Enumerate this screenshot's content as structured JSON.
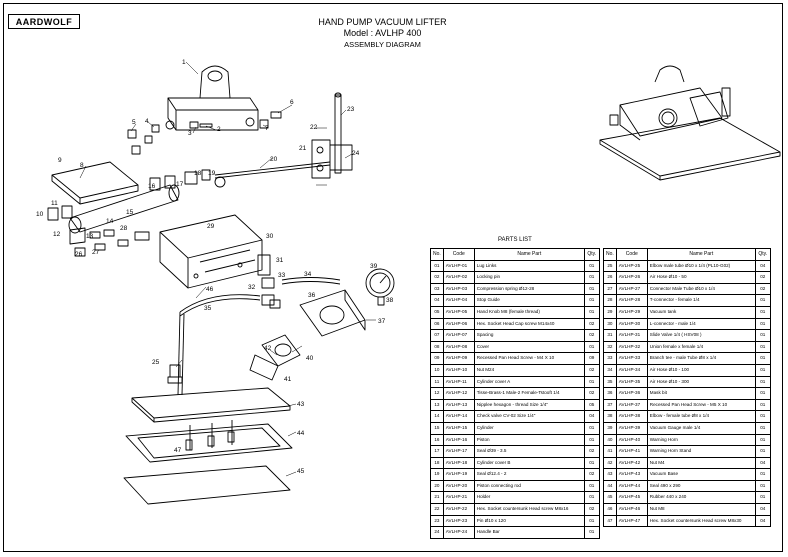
{
  "logo": {
    "text": "AARDWOLF"
  },
  "header": {
    "title": "HAND PUMP VACUUM LIFTER",
    "model": "Model :  AVLHP 400",
    "subtitle": "ASSEMBLY DIAGRAM"
  },
  "parts_list": {
    "title": "PARTS LIST",
    "columns": [
      "No.",
      "Code",
      "Name Part",
      "Qty."
    ],
    "left_rows": [
      [
        "01",
        "AVLHP-01",
        "Lug Links",
        "01"
      ],
      [
        "02",
        "AVLHP-02",
        "Locking pin",
        "01"
      ],
      [
        "03",
        "AVLHP-03",
        "Compression spring Ø12-28",
        "01"
      ],
      [
        "04",
        "AVLHP-04",
        "Stop Guide",
        "01"
      ],
      [
        "05",
        "AVLHP-05",
        "Hand Knob M8 (female thread)",
        "01"
      ],
      [
        "06",
        "AVLHP-06",
        "Hex. Socket Head Cap screw M14x40",
        "02"
      ],
      [
        "07",
        "AVLHP-07",
        "Spacing",
        "02"
      ],
      [
        "08",
        "AVLHP-08",
        "Cover",
        "01"
      ],
      [
        "09",
        "AVLHP-09",
        "Recessed Pan Head Screw - M4 X 10",
        "09"
      ],
      [
        "10",
        "AVLHP-10",
        "Nut  M24",
        "02"
      ],
      [
        "11",
        "AVLHP-11",
        "Cylinder cover A",
        "01"
      ],
      [
        "12",
        "AVLHP-12",
        "Tisse-Brass-1 Male-2 Female-Tstooft 1/4",
        "02"
      ],
      [
        "13",
        "AVLHP-13",
        "Nipplee hexagon - thread Size 1/4\"",
        "05"
      ],
      [
        "14",
        "AVLHP-14",
        "Check valve CV-02  Size 1/4\"",
        "04"
      ],
      [
        "15",
        "AVLHP-15",
        "Cylinder",
        "01"
      ],
      [
        "16",
        "AVLHP-16",
        "Piston",
        "01"
      ],
      [
        "17",
        "AVLHP-17",
        "Seal Ø39 - 3.5",
        "02"
      ],
      [
        "18",
        "AVLHP-18",
        "Cylinder cover B",
        "01"
      ],
      [
        "19",
        "AVLHP-19",
        "Seal Ø12.4 - 2",
        "02"
      ],
      [
        "20",
        "AVLHP-20",
        "Piston connecting rod",
        "01"
      ],
      [
        "21",
        "AVLHP-21",
        "Holder",
        "01"
      ],
      [
        "22",
        "AVLHP-22",
        "Hex. Socket countersunk Head screw M8x16",
        "02"
      ],
      [
        "23",
        "AVLHP-23",
        "Pin Ø10 x 120",
        "01"
      ],
      [
        "24",
        "AVLHP-24",
        "Handle Bar",
        "01"
      ]
    ],
    "right_rows": [
      [
        "25",
        "AVLHP-25",
        "Elbow male tube Ø10 x 1/4  (PL10-G02)",
        "04"
      ],
      [
        "26",
        "AVLHP-26",
        "Air Hose Ø10 - 50",
        "02"
      ],
      [
        "27",
        "AVLHP-27",
        "Connector Male Tube Ø10 x 1/4",
        "02"
      ],
      [
        "28",
        "AVLHP-28",
        "T-connector - female 1/4",
        "01"
      ],
      [
        "29",
        "AVLHP-29",
        "Vacuum tank",
        "01"
      ],
      [
        "30",
        "AVLHP-30",
        "L-connector - male 1/4",
        "01"
      ],
      [
        "31",
        "AVLHP-31",
        "Slide Valve 1/4  ( HSV08 )",
        "01"
      ],
      [
        "32",
        "AVLHP-32",
        "Union female x female 1/4",
        "01"
      ],
      [
        "33",
        "AVLHP-33",
        "Branch tee - male Tube Ø8 x 1/4",
        "01"
      ],
      [
        "34",
        "AVLHP-34",
        "Air Hose Ø10 - 100",
        "01"
      ],
      [
        "35",
        "AVLHP-35",
        "Air Hose Ø10 - 300",
        "01"
      ],
      [
        "36",
        "AVLHP-36",
        "Mask bit",
        "01"
      ],
      [
        "37",
        "AVLHP-37",
        "Recessed Pan Head Screw - M5 X 10",
        "01"
      ],
      [
        "38",
        "AVLHP-38",
        "Elbow - female tube Ø8 x 1/4",
        "01"
      ],
      [
        "39",
        "AVLHP-39",
        "Vacuum Gauge  male 1/4",
        "01"
      ],
      [
        "40",
        "AVLHP-40",
        "Warning Horn",
        "01"
      ],
      [
        "41",
        "AVLHP-41",
        "Warning Horn Stand",
        "01"
      ],
      [
        "42",
        "AVLHP-42",
        "Nut M4",
        "04"
      ],
      [
        "43",
        "AVLHP-43",
        "Vacuum Base",
        "01"
      ],
      [
        "44",
        "AVLHP-44",
        "Seal 490 x 290",
        "01"
      ],
      [
        "45",
        "AVLHP-45",
        "Rubber 440 x 240",
        "01"
      ],
      [
        "46",
        "AVLHP-46",
        "Nut M8",
        "04"
      ],
      [
        "47",
        "AVLHP-47",
        "Hex. Socket countersunk Head screw M8x30",
        "04"
      ]
    ]
  },
  "callouts": [
    "1",
    "2",
    "3",
    "4",
    "5",
    "6",
    "7",
    "8",
    "9",
    "10",
    "11",
    "12",
    "13",
    "14",
    "15",
    "16",
    "17",
    "18",
    "19",
    "20",
    "21",
    "22",
    "23",
    "24",
    "25",
    "26",
    "27",
    "28",
    "29",
    "30",
    "31",
    "32",
    "33",
    "34",
    "35",
    "36",
    "37",
    "38",
    "39",
    "40",
    "41",
    "42",
    "43",
    "44",
    "45",
    "46",
    "47"
  ]
}
